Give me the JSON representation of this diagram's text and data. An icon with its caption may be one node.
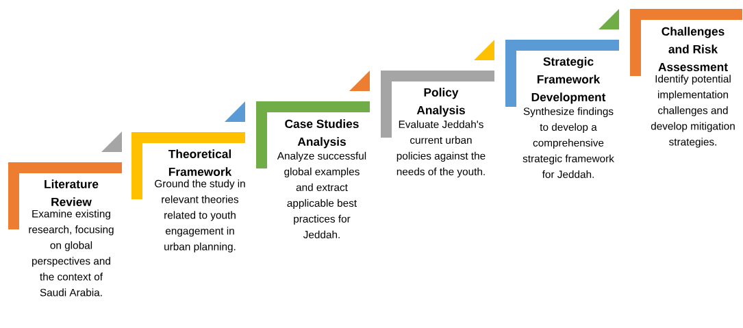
{
  "diagram": {
    "nodes": [
      {
        "text": [
          "Literature Review",
          "Examine existing research, focusing on global perspectives and the context of Saudi Arabia."
        ]
      },
      {
        "text": [
          "Theoretical Framework",
          "Ground the study in relevant theories related to youth engagement in urban planning."
        ]
      },
      {
        "text": [
          "Case Studies Analysis",
          "Analyze successful global examples and extract applicable best practices for Jeddah."
        ]
      },
      {
        "text": [
          "Policy Analysis",
          "Evaluate Jeddah's current urban policies against the needs of the youth."
        ]
      },
      {
        "text": [
          "Strategic Framework Development",
          "Synthesize findings to develop a comprehensive strategic framework for Jeddah."
        ]
      },
      {
        "text": [
          "Challenges and Risk Assessment",
          "Identify potential implementation challenges and develop mitigation strategies."
        ]
      }
    ]
  }
}
